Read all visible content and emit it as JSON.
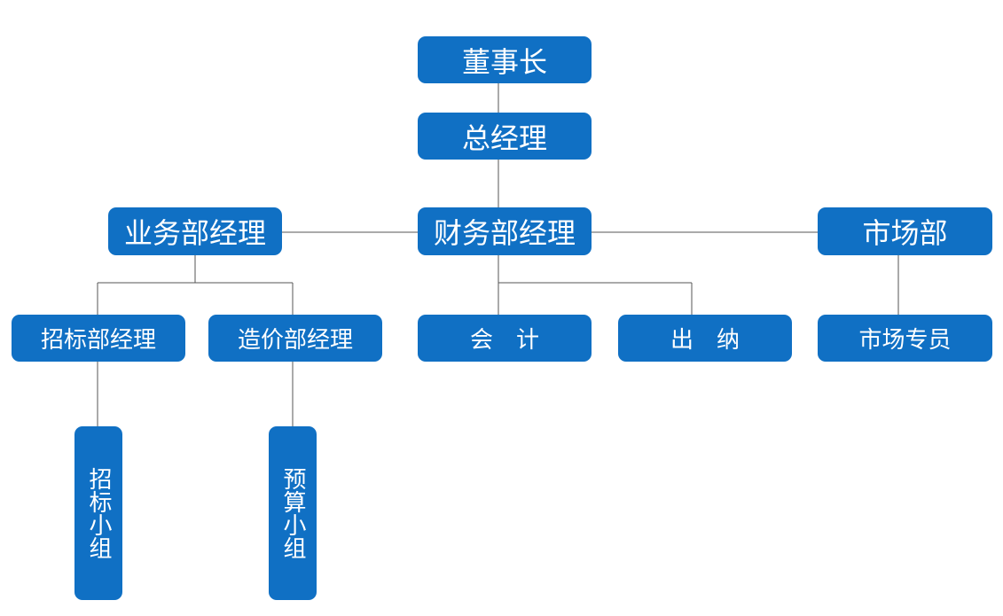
{
  "nodes": {
    "chairman": "董事长",
    "general_manager": "总经理",
    "business_manager": "业务部经理",
    "finance_manager": "财务部经理",
    "market_dept": "市场部",
    "bidding_manager": "招标部经理",
    "costing_manager": "造价部经理",
    "accountant": "会　计",
    "cashier": "出　纳",
    "market_specialist": "市场专员",
    "bidding_group": "招标小组",
    "budget_group": "预算小组"
  },
  "colors": {
    "node_fill": "#1070c4",
    "node_text": "#ffffff",
    "connector": "#555555"
  }
}
